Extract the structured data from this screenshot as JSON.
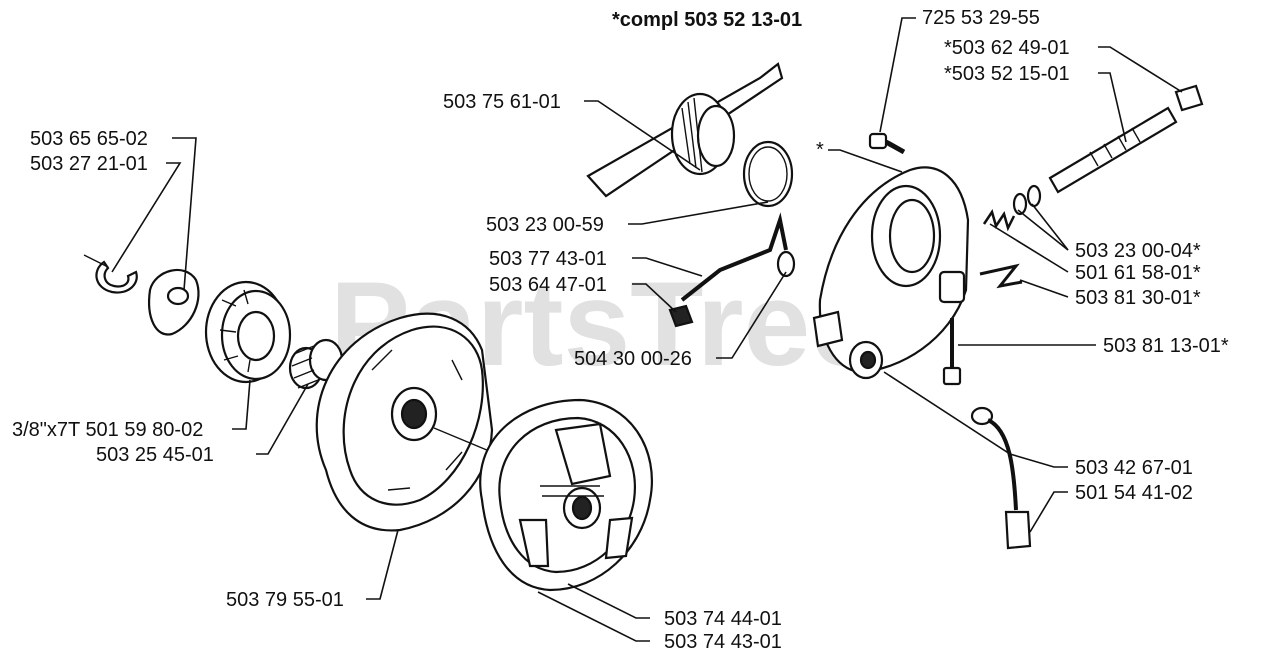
{
  "title": "*compl 503 52 13-01",
  "watermark": "PartsTree",
  "colors": {
    "ink": "#111111",
    "watermark": "#c9c9c9",
    "background": "#ffffff"
  },
  "labels": {
    "l_725532955": "725 53 29-55",
    "l_503624901": "*503 62 49-01",
    "l_503521501": "*503 52 15-01",
    "l_503756101": "503 75 61-01",
    "l_star": "*",
    "l_503656502": "503 65 65-02",
    "l_503272101": "503 27 21-01",
    "l_503230059": "503 23 00-59",
    "l_503230004": "503 23 00-04*",
    "l_503774301": "503 77 43-01",
    "l_501615801": "501 61 58-01*",
    "l_503644701": "503 64 47-01",
    "l_503813001": "503 81 30-01*",
    "l_503811301": "503 81 13-01*",
    "l_504300026": "504 30 00-26",
    "l_501598002": "3/8\"x7T 501 59 80-02",
    "l_503254501": "503 25 45-01",
    "l_503426701": "503 42 67-01",
    "l_501544102": "501 54 41-02",
    "l_503795501": "503 79 55-01",
    "l_503744401": "503 74 44-01",
    "l_503744301": "503 74 43-01"
  }
}
